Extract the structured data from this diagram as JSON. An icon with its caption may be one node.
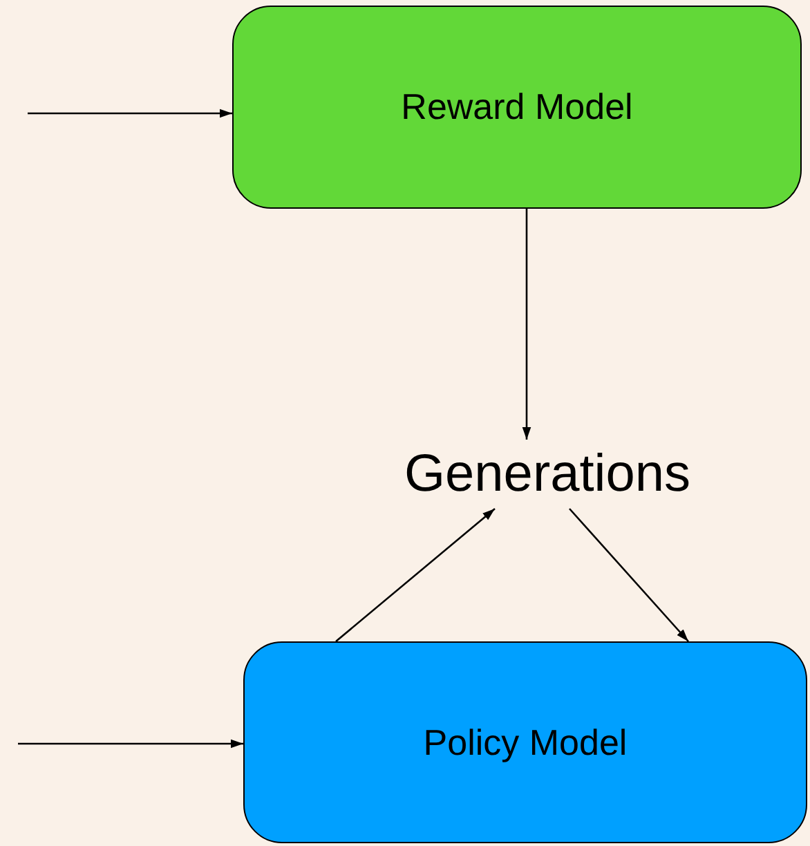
{
  "diagram": {
    "nodes": [
      {
        "text": [
          "Reward Model"
        ]
      },
      {
        "text": [
          "Generations"
        ]
      },
      {
        "text": [
          "Policy Model"
        ]
      }
    ],
    "edges": [
      {
        "from": null,
        "to": 0,
        "arrow": "to"
      },
      {
        "from": 0,
        "to": 1,
        "arrow": "to"
      },
      {
        "from": 2,
        "to": 1,
        "arrow": "to"
      },
      {
        "from": 1,
        "to": 2,
        "arrow": "to"
      },
      {
        "from": null,
        "to": 2,
        "arrow": "to"
      }
    ]
  }
}
